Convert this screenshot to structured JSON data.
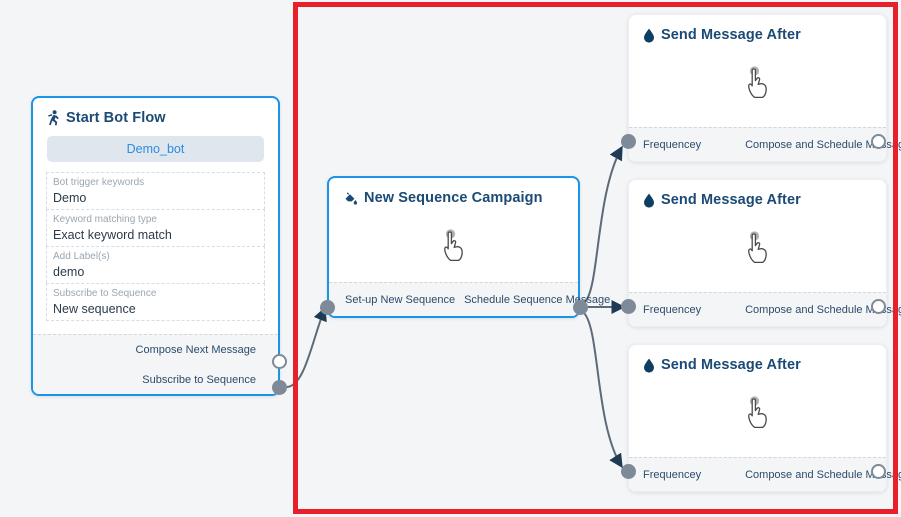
{
  "canvas": {
    "background": "#f4f5f7",
    "highlight_color": "#e8202a"
  },
  "start_node": {
    "title": "Start Bot Flow",
    "icon": "running-person-icon",
    "bot_chip": "Demo_bot",
    "fields": [
      {
        "label": "Bot trigger keywords",
        "value": "Demo"
      },
      {
        "label": "Keyword matching type",
        "value": "Exact keyword match"
      },
      {
        "label": "Add Label(s)",
        "value": "demo"
      },
      {
        "label": "Subscribe to Sequence",
        "value": "New sequence"
      }
    ],
    "ports": [
      {
        "label": "Compose Next Message",
        "style": "hollow"
      },
      {
        "label": "Subscribe to Sequence",
        "style": "filled"
      }
    ]
  },
  "sequence_node": {
    "title": "New Sequence Campaign",
    "icon": "paint-pour-icon",
    "body_icon": "hand-cursor-icon",
    "in_port": {
      "label": "",
      "style": "filled"
    },
    "footer_labels": [
      "Set-up New Sequence",
      "Schedule Sequence Message"
    ],
    "out_port": {
      "style": "filled"
    }
  },
  "message_cards": [
    {
      "title": "Send Message After",
      "icon": "water-drop-icon",
      "body_icon": "hand-cursor-icon",
      "in_label": "Frequencey",
      "out_label": "Compose and Schedule Message",
      "in_port_style": "filled",
      "out_port_style": "hollow"
    },
    {
      "title": "Send Message After",
      "icon": "water-drop-icon",
      "body_icon": "hand-cursor-icon",
      "in_label": "Frequencey",
      "out_label": "Compose and Schedule Message",
      "in_port_style": "filled",
      "out_port_style": "hollow"
    },
    {
      "title": "Send Message After",
      "icon": "water-drop-icon",
      "body_icon": "hand-cursor-icon",
      "in_label": "Frequencey",
      "out_label": "Compose and Schedule Message",
      "in_port_style": "filled",
      "out_port_style": "hollow"
    }
  ]
}
